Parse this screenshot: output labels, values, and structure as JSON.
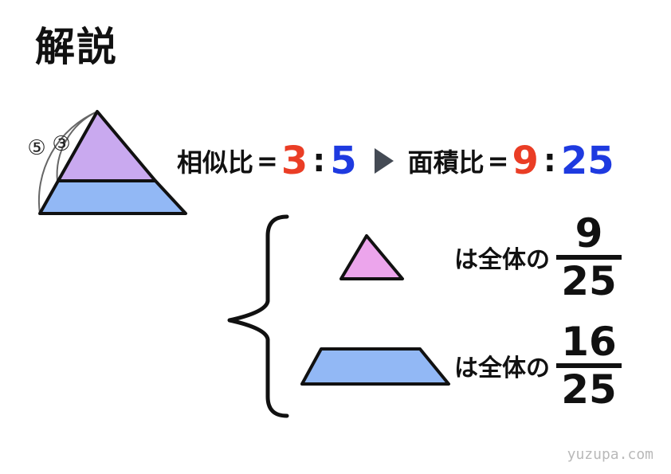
{
  "title": "解説",
  "figure": {
    "labels": [
      "⑤",
      "③"
    ]
  },
  "similarity": {
    "label": "相似比",
    "equals": "=",
    "a": "3",
    "colon": ":",
    "b": "5"
  },
  "area": {
    "label": "面積比",
    "equals": "=",
    "a": "9",
    "colon": ":",
    "b": "25"
  },
  "parts": [
    {
      "shape": "triangle",
      "text": "は全体の",
      "numerator": "9",
      "denominator": "25"
    },
    {
      "shape": "trapezoid",
      "text": "は全体の",
      "numerator": "16",
      "denominator": "25"
    }
  ],
  "watermark": "yuzupa.com",
  "colors": {
    "red": "#ea3d25",
    "blue": "#1e3ae0",
    "small_triangle": "#c9a9ef",
    "trapezoid": "#92b8f5",
    "pink_triangle": "#eca5ec",
    "arrow": "#444a54"
  }
}
